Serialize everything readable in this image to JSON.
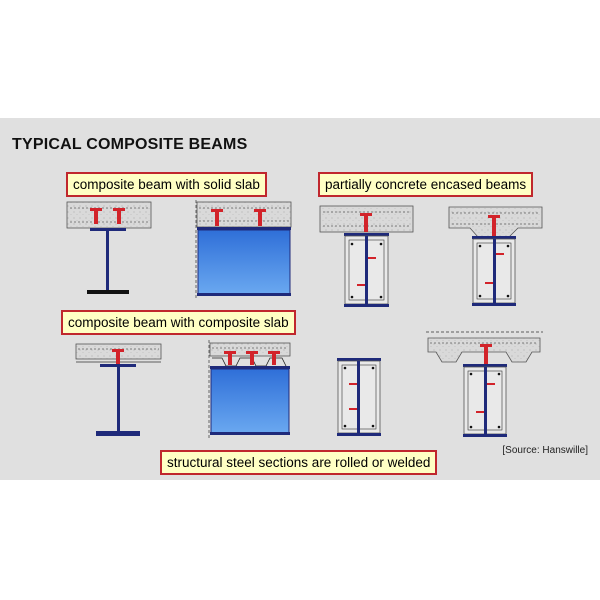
{
  "title": "TYPICAL COMPOSITE BEAMS",
  "labels": {
    "solid_slab": "composite beam with solid slab",
    "encased": "partially concrete encased beams",
    "composite_slab": "composite beam with composite slab",
    "rolled_welded": "structural steel sections are rolled or welded"
  },
  "source": "[Source: Hanswille]",
  "colors": {
    "background": "#e0e0e0",
    "label_fill": "#ffffc4",
    "label_border": "#c0272d",
    "steel": "#1f2a7a",
    "stud": "#d2232a",
    "concrete": "#d8d8d8",
    "steel_face": "#3f7fe0"
  }
}
